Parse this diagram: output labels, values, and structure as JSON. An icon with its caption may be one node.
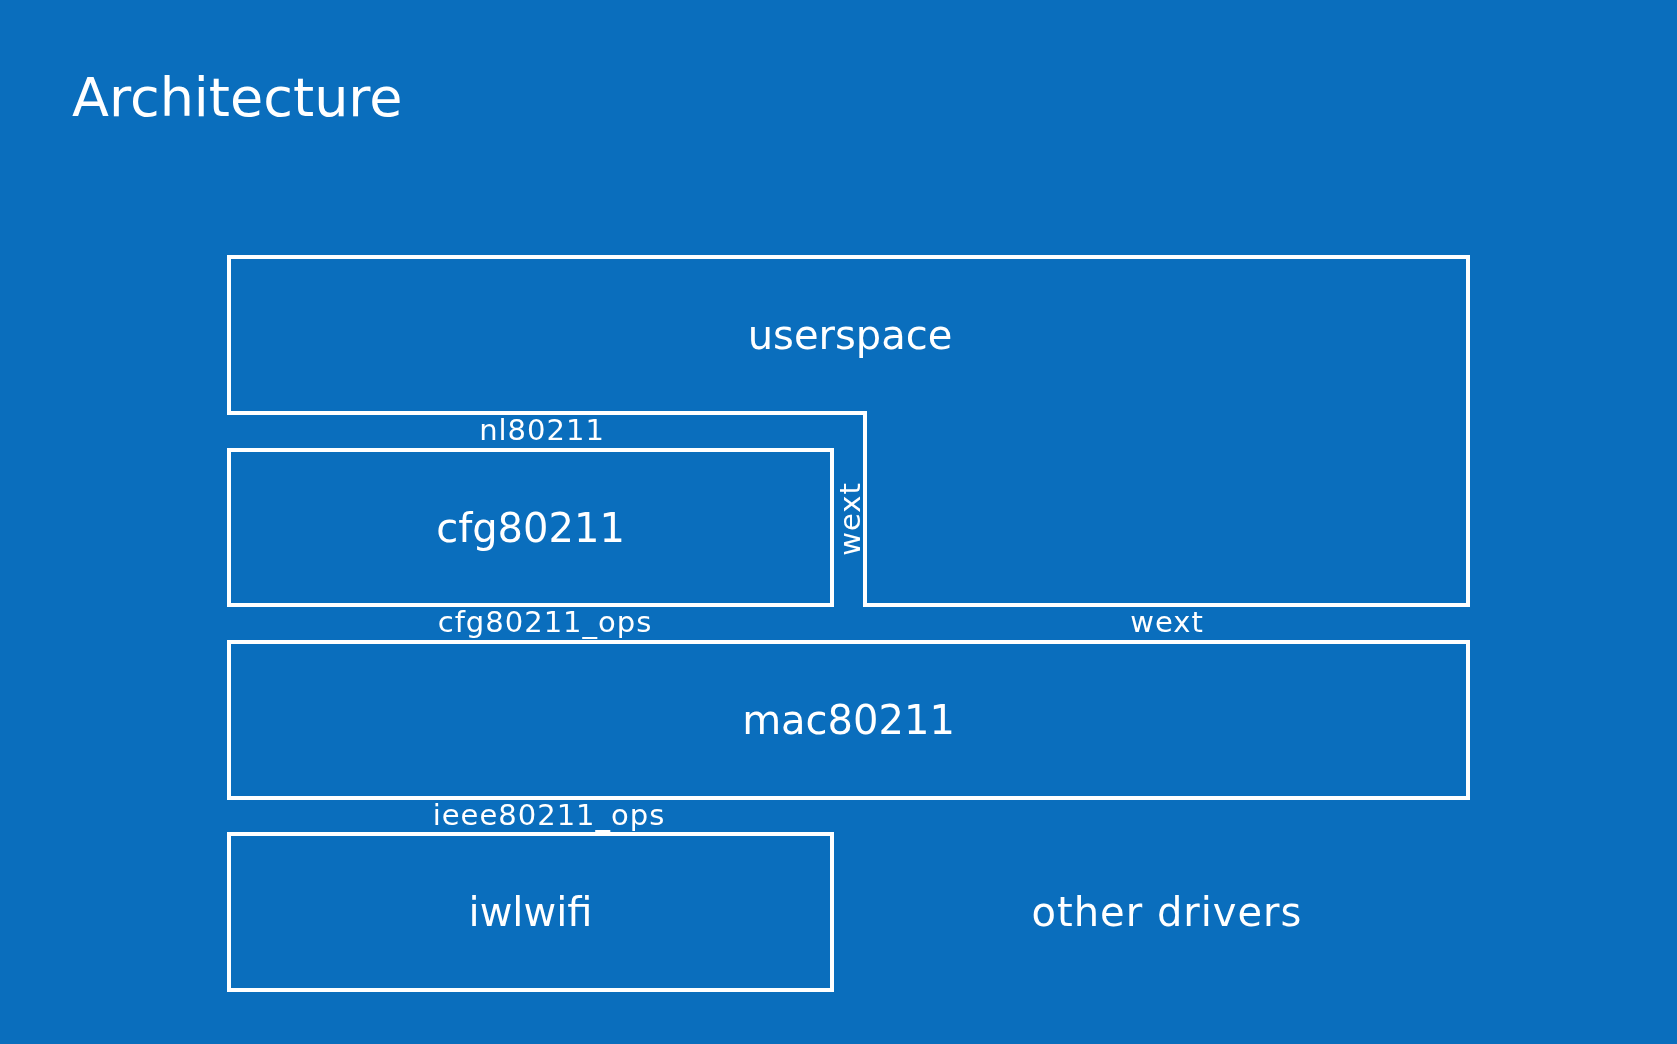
{
  "diagram": {
    "title": "Architecture",
    "nodes": [
      {
        "text": [
          "userspace"
        ]
      },
      {
        "text": [
          "cfg80211"
        ]
      },
      {
        "text": [
          "mac80211"
        ]
      },
      {
        "text": [
          "iwlwifi"
        ]
      }
    ],
    "edges": [],
    "labels": [
      "nl80211",
      "wext",
      "cfg80211_ops",
      "wext",
      "ieee80211_ops",
      "other drivers"
    ]
  }
}
